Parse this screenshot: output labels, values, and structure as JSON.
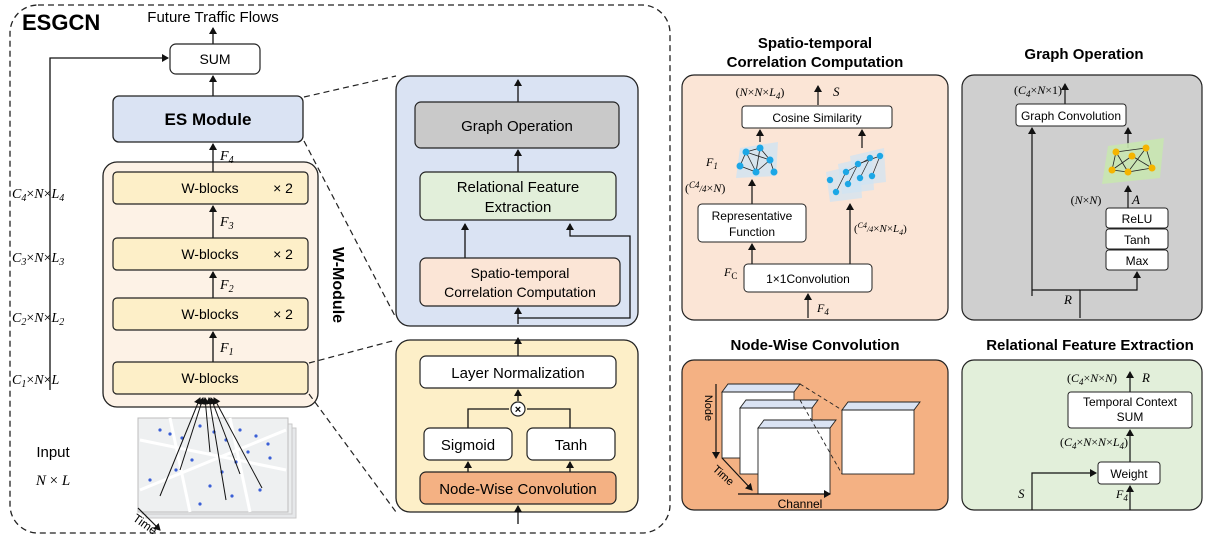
{
  "colors": {
    "w_block_fill": "#fdefc8",
    "w_module_fill": "#fdf2e6",
    "es_module_fill": "#dae3f3",
    "graph_op_fill": "#cfcfcf",
    "relational_fill": "#e2efda",
    "spatiotemporal_fill": "#fbe5d6",
    "node_wise_fill": "#f4b183",
    "graph_nodes": "#1ca7e6",
    "graph_nodes_alt": "#f5b400"
  },
  "main": {
    "title": "ESGCN",
    "output_label": "Future Traffic Flows",
    "sum_label": "SUM",
    "es_module_label": "ES Module",
    "w_module_label": "W-Module",
    "w_blocks": [
      {
        "label": "W-blocks",
        "multiplier": "× 2"
      },
      {
        "label": "W-blocks",
        "multiplier": "× 2"
      },
      {
        "label": "W-blocks",
        "multiplier": "× 2"
      },
      {
        "label": "W-blocks",
        "multiplier": ""
      }
    ],
    "feature_labels": [
      "F4",
      "F3",
      "F2",
      "F1"
    ],
    "dim_labels": [
      "C4×N×L4",
      "C3×N×L3",
      "C2×N×L2",
      "C1×N×L"
    ],
    "input_label": "Input",
    "input_dims": "N × L",
    "time_label": "Time"
  },
  "es_detail": {
    "graph_operation": "Graph Operation",
    "relational_line1": "Relational Feature",
    "relational_line2": "Extraction",
    "spatio_line1": "Spatio-temporal",
    "spatio_line2": "Correlation Computation"
  },
  "w_detail": {
    "layer_norm": "Layer Normalization",
    "multiply": "×",
    "sigmoid": "Sigmoid",
    "tanh": "Tanh",
    "node_wise": "Node-Wise Convolution"
  },
  "stc_panel": {
    "title_line1": "Spatio-temporal",
    "title_line2": "Correlation Computation",
    "output_dims": "(N×N×L4)",
    "output_symbol": "S",
    "cosine": "Cosine Similarity",
    "f1_label": "F1",
    "left_dims": "(C4/4×N)",
    "representative_line1": "Representative",
    "representative_line2": "Function",
    "right_dims": "(C4/4×N×L4)",
    "fc_label": "FC",
    "conv": "1×1Convolution",
    "input_symbol": "F4"
  },
  "go_panel": {
    "title": "Graph Operation",
    "output_dims": "(C4×N×1)",
    "graph_conv": "Graph Convolution",
    "adj_dims": "(N×N)",
    "adj_symbol": "A",
    "relu": "ReLU",
    "tanh": "Tanh",
    "max": "Max",
    "r_symbol": "R"
  },
  "nwc_panel": {
    "title": "Node-Wise Convolution",
    "node_label": "Node",
    "time_label": "Time",
    "channel_label": "Channel"
  },
  "rfe_panel": {
    "title": "Relational Feature Extraction",
    "output_dims": "(C4×N×N)",
    "output_symbol": "R",
    "temporal_line1": "Temporal Context",
    "temporal_line2": "SUM",
    "mid_dims": "(C4×N×N×L4)",
    "weight": "Weight",
    "s_symbol": "S",
    "f4_symbol": "F4"
  }
}
